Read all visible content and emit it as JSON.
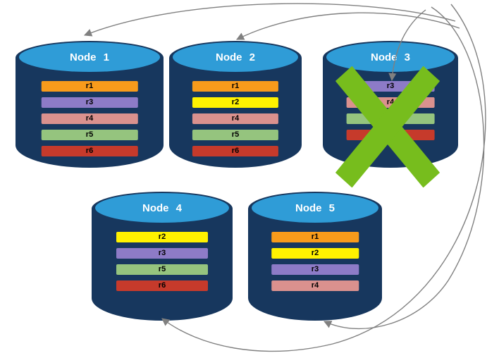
{
  "diagram": {
    "nodes": [
      {
        "id": "node-1",
        "label": "Node 1",
        "failed": false,
        "replicas": [
          {
            "label": "r1",
            "color": "#F89B1B"
          },
          {
            "label": "r3",
            "color": "#8D7BC7"
          },
          {
            "label": "r4",
            "color": "#DA918E"
          },
          {
            "label": "r5",
            "color": "#95C47E"
          },
          {
            "label": "r6",
            "color": "#C63A2B"
          }
        ]
      },
      {
        "id": "node-2",
        "label": "Node 2",
        "failed": false,
        "replicas": [
          {
            "label": "r1",
            "color": "#F89B1B"
          },
          {
            "label": "r2",
            "color": "#FFF200"
          },
          {
            "label": "r4",
            "color": "#DA918E"
          },
          {
            "label": "r5",
            "color": "#95C47E"
          },
          {
            "label": "r6",
            "color": "#C63A2B"
          }
        ]
      },
      {
        "id": "node-3",
        "label": "Node 3",
        "failed": true,
        "replicas": [
          {
            "label": "r3",
            "color": "#8D7BC7"
          },
          {
            "label": "r4",
            "color": "#DA918E"
          },
          {
            "label": "r5",
            "color": "#95C47E"
          },
          {
            "label": "r6",
            "color": "#C63A2B"
          }
        ]
      },
      {
        "id": "node-4",
        "label": "Node 4",
        "failed": false,
        "replicas": [
          {
            "label": "r2",
            "color": "#FFF200"
          },
          {
            "label": "r3",
            "color": "#8D7BC7"
          },
          {
            "label": "r5",
            "color": "#95C47E"
          },
          {
            "label": "r6",
            "color": "#C63A2B"
          }
        ]
      },
      {
        "id": "node-5",
        "label": "Node 5",
        "failed": false,
        "replicas": [
          {
            "label": "r1",
            "color": "#F89B1B"
          },
          {
            "label": "r2",
            "color": "#FFF200"
          },
          {
            "label": "r3",
            "color": "#8D7BC7"
          },
          {
            "label": "r4",
            "color": "#DA918E"
          }
        ]
      }
    ],
    "arrows": [
      {
        "from": "node-3",
        "to": "node-1"
      },
      {
        "from": "node-3",
        "to": "node-2"
      },
      {
        "from": "node-3",
        "to": "node-3-r3"
      },
      {
        "from": "node-3",
        "to": "node-5"
      },
      {
        "from": "node-3",
        "to": "node-4"
      }
    ],
    "colors": {
      "cylinder_body": "#17375E",
      "cylinder_top": "#2F9CD7",
      "failure_x": "#77BD1D",
      "arrow": "#808080"
    }
  }
}
